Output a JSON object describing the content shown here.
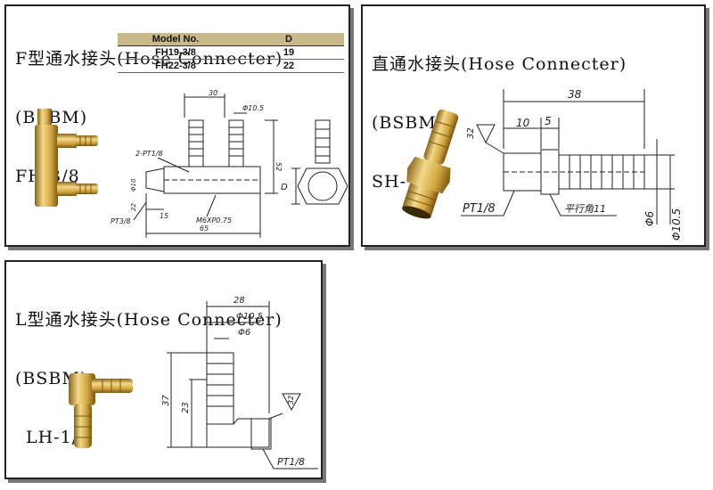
{
  "panel_f": {
    "title_line1": "F型通水接头(Hose Connecter)",
    "title_line2": "(BSBM)",
    "title_line3": "FH-3/8",
    "table": {
      "headers": [
        "Model No.",
        "D"
      ],
      "rows": [
        {
          "model": "FH19-3/8",
          "d": "19"
        },
        {
          "model": "FH22-3/8",
          "d": "22"
        }
      ]
    },
    "dims": {
      "d30": "30",
      "d105": "Φ10.5",
      "pt18": "2-PT1/8",
      "d52": "52",
      "d10": "Φ10",
      "d22": "22",
      "d15": "15",
      "pt38": "PT3/8",
      "m6": "M6XP0.75",
      "d65": "65",
      "D": "D"
    }
  },
  "panel_sh": {
    "title_line1": "直通水接头(Hose Connecter)",
    "title_line2": "(BSBM)",
    "title_line3": "SH-1/8",
    "dims": {
      "d38": "38",
      "d10": "10",
      "d5": "5",
      "d32": "32",
      "pt": "PT1/8",
      "flat": "平行角11",
      "d6": "Φ6",
      "d105": "Φ10.5"
    }
  },
  "panel_lh": {
    "title_line1": "L型通水接头(Hose Connecter)",
    "title_line2": "(BSBM)",
    "title_line3": "LH-1/8",
    "dims": {
      "d28": "28",
      "d105": "Φ10.5",
      "d6": "Φ6",
      "d37": "37",
      "d23": "23",
      "d32": "32",
      "pt": "PT1/8"
    }
  },
  "colors": {
    "brass_light": "#f3d98a",
    "brass_mid": "#d1a640",
    "brass_dark": "#8a6418",
    "table_header": "#c9b98a"
  }
}
